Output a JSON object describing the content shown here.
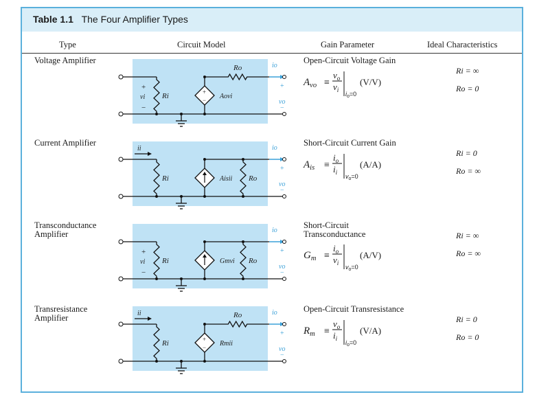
{
  "table": {
    "label": "Table 1.1",
    "title": "The Four Amplifier Types",
    "columns": [
      "Type",
      "Circuit Model",
      "Gain Parameter",
      "Ideal Characteristics"
    ]
  },
  "rows": [
    {
      "type_lines": [
        "Voltage Amplifier"
      ],
      "gain_name_lines": [
        "Open-Circuit Voltage Gain"
      ],
      "gain_symbol": "A",
      "gain_sub": "vo",
      "num": "v",
      "num_sub": "o",
      "den": "i",
      "den_letter": "v",
      "cond": "i",
      "cond_sub": "o",
      "cond_val": "=0",
      "unit": "(V/V)",
      "ideal": [
        "Ri = ∞",
        "Ro = 0"
      ],
      "model": {
        "source": "voltage",
        "left_label": "Ri",
        "src_label": "Aovi",
        "out_res": "Ro"
      }
    },
    {
      "type_lines": [
        "Current Amplifier"
      ],
      "gain_name_lines": [
        "Short-Circuit Current Gain"
      ],
      "gain_symbol": "A",
      "gain_sub": "is",
      "num": "i",
      "num_sub": "o",
      "den_letter": "i",
      "cond": "v",
      "cond_sub": "o",
      "cond_val": "=0",
      "unit": "(A/A)",
      "ideal": [
        "Ri = 0",
        "Ro = ∞"
      ],
      "model": {
        "source": "current",
        "left_label": "Ri",
        "src_label": "Aisii",
        "out_res": "Ro"
      }
    },
    {
      "type_lines": [
        "Transconductance",
        "Amplifier"
      ],
      "gain_name_lines": [
        "Short-Circuit",
        "Transconductance"
      ],
      "gain_symbol": "G",
      "gain_sub": "m",
      "num": "i",
      "num_sub": "o",
      "den_letter": "v",
      "cond": "v",
      "cond_sub": "o",
      "cond_val": "=0",
      "unit": "(A/V)",
      "ideal": [
        "Ri = ∞",
        "Ro = ∞"
      ],
      "model": {
        "source": "current",
        "left_label": "Ri",
        "src_label": "Gmvi",
        "out_res": "Ro"
      }
    },
    {
      "type_lines": [
        "Transresistance",
        "Amplifier"
      ],
      "gain_name_lines": [
        "Open-Circuit Transresistance"
      ],
      "gain_symbol": "R",
      "gain_sub": "m",
      "num": "v",
      "num_sub": "o",
      "den_letter": "i",
      "cond": "i",
      "cond_sub": "o",
      "cond_val": "=0",
      "unit": "(V/A)",
      "ideal": [
        "Ri = 0",
        "Ro = 0"
      ],
      "model": {
        "source": "voltage",
        "left_label": "Ri",
        "src_label": "Rmii",
        "out_res": "Ro"
      }
    }
  ],
  "symbols": {
    "equiv": "≡",
    "io": "io",
    "vo": "vo",
    "plus": "+",
    "minus": "−",
    "vi": "vi",
    "ii": "ii"
  },
  "colors": {
    "border": "#5ab0dc",
    "title_bg": "#d9eef8",
    "panel": "#bfe2f5",
    "arrow": "#3aa0d8"
  }
}
